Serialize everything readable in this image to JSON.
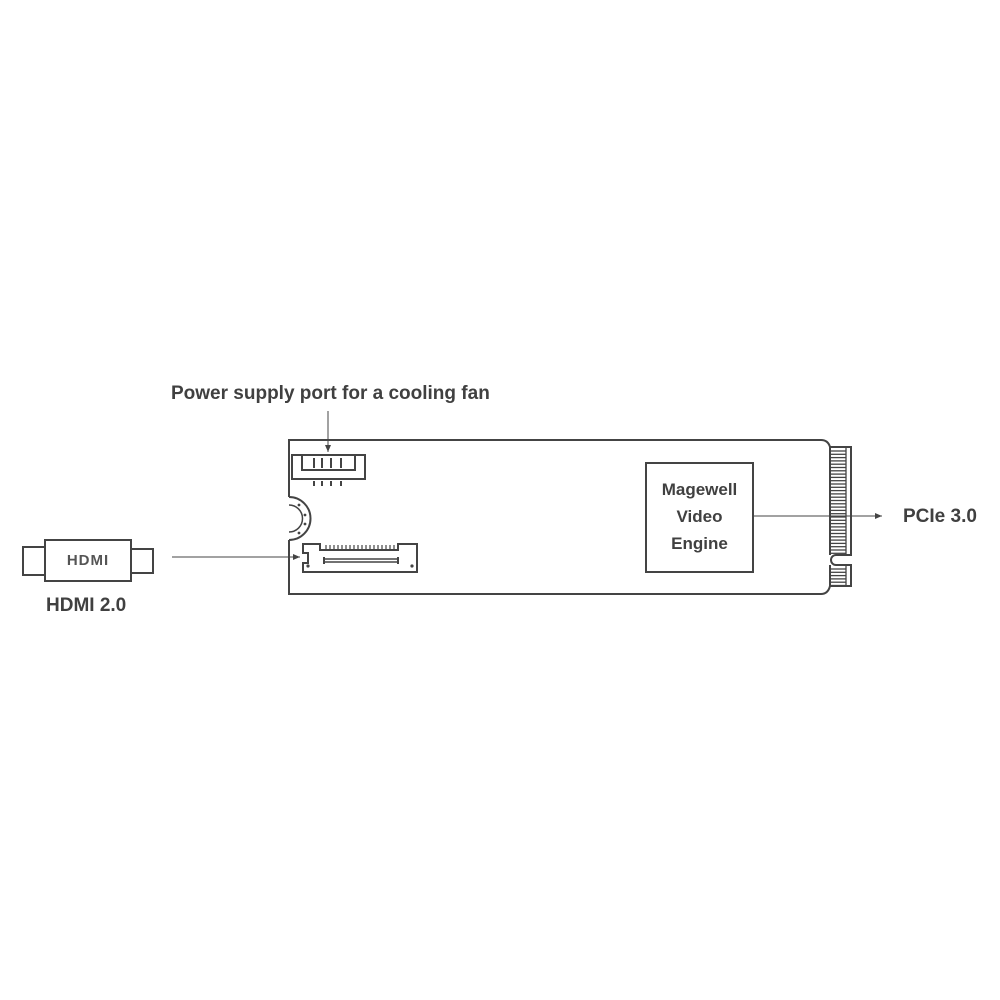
{
  "labels": {
    "fan_port": "Power supply port for a cooling fan",
    "hdmi_input": "HDMI 2.0",
    "pcie": "PCIe 3.0",
    "engine": [
      "Magewell",
      "Video",
      "Engine"
    ],
    "hdmi_logo": "HDMI"
  },
  "colors": {
    "stroke": "#444444",
    "text": "#404040"
  }
}
